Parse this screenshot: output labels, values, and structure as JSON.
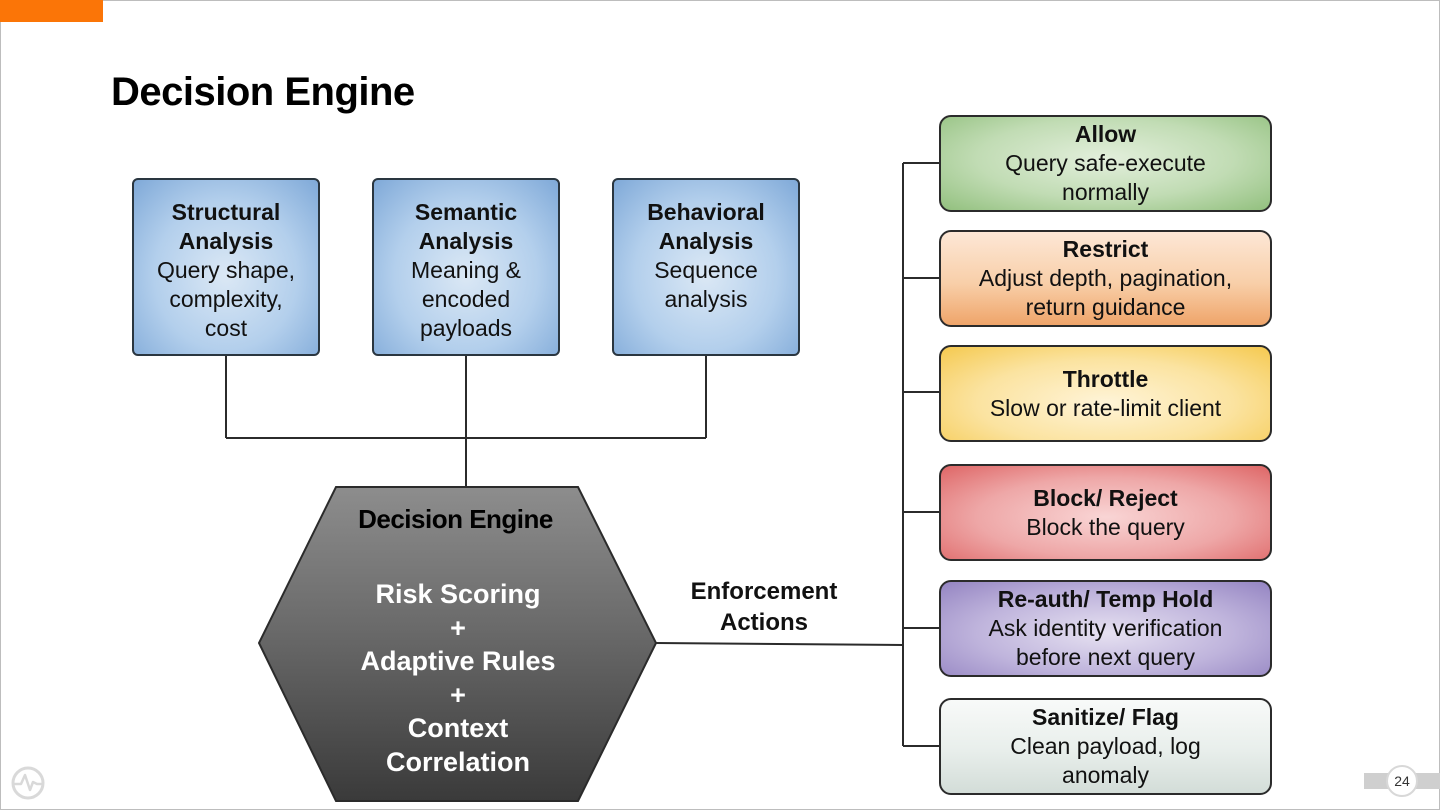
{
  "slide": {
    "title": "Decision Engine",
    "page_number": "24",
    "accent_color": "#fb7507"
  },
  "analysis_boxes": [
    {
      "heading_line1": "Structural",
      "heading_line2": "Analysis",
      "desc_lines": [
        "Query shape,",
        "complexity,",
        "cost"
      ]
    },
    {
      "heading_line1": "Semantic",
      "heading_line2": "Analysis",
      "desc_lines": [
        "Meaning &",
        "encoded",
        "payloads"
      ]
    },
    {
      "heading_line1": "Behavioral",
      "heading_line2": "Analysis",
      "desc_lines": [
        "Sequence",
        "analysis"
      ]
    }
  ],
  "engine": {
    "title": "Decision Engine",
    "lines": [
      "Risk Scoring",
      "+",
      "Adaptive Rules",
      "+",
      "Context",
      "Correlation"
    ]
  },
  "connector_label": {
    "line1": "Enforcement",
    "line2": "Actions"
  },
  "actions": [
    {
      "heading": "Allow",
      "desc_lines": [
        "Query safe-execute",
        "normally"
      ],
      "color": "#9cc68a"
    },
    {
      "heading": "Restrict",
      "desc_lines": [
        "Adjust depth, pagination,",
        "return guidance"
      ],
      "color": "#f0a66a"
    },
    {
      "heading": "Throttle",
      "desc_lines": [
        "Slow or rate-limit client"
      ],
      "color": "#f6cf5e"
    },
    {
      "heading": "Block/ Reject",
      "desc_lines": [
        "Block the query"
      ],
      "color": "#e06b6b"
    },
    {
      "heading": "Re-auth/ Temp Hold",
      "desc_lines": [
        "Ask identity verification",
        "before next query"
      ],
      "color": "#9b8bc6"
    },
    {
      "heading": "Sanitize/ Flag",
      "desc_lines": [
        "Clean payload, log",
        "anomaly"
      ],
      "color": "#dfe5e2"
    }
  ],
  "icons": {
    "logo": "pulse-circle-logo-icon"
  }
}
